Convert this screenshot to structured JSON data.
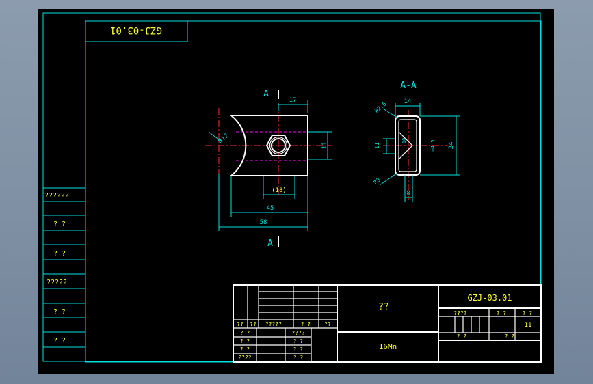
{
  "drawing": {
    "drawing_number": "GZJ-03.01",
    "drawing_number_flipped": "GZJ-03.01",
    "section_label_top": "A",
    "section_label_bottom": "A",
    "section_view_title": "A-A",
    "part_name": "??",
    "material": "16Mn",
    "dims_front": {
      "d17": "17",
      "r12": "R12",
      "d11": "11",
      "d18": "(18)",
      "d45": "45",
      "d58": "58"
    },
    "dims_section": {
      "d14": "14",
      "r2_5": "R2.5",
      "d11_5": "11",
      "d10": "10",
      "d24": "24",
      "d8": "8",
      "r3": "R3",
      "dphi": "φ4.5"
    },
    "side_labels": [
      "??????",
      "? ?",
      "? ?",
      "?????",
      "? ?",
      "? ?"
    ],
    "title_block": {
      "row_labels_mid": [
        "??",
        "??",
        "?????",
        "? ?",
        "??"
      ],
      "left_labels": [
        "? ?",
        "? ?",
        "? ?",
        "????"
      ],
      "mid_labels": [
        "????",
        "? ?",
        "? ?",
        "? ?"
      ],
      "right_top_labels": [
        "????",
        "? ?",
        "? ?"
      ],
      "right_bottom_labels": [
        "? ?",
        "? ?"
      ],
      "count": "11"
    }
  },
  "colors": {
    "frame": "#00e0e0",
    "outline": "#ffffff",
    "center_line": "#ff2a2a",
    "hidden_line": "#ff00ff",
    "text": "#ffff30"
  }
}
